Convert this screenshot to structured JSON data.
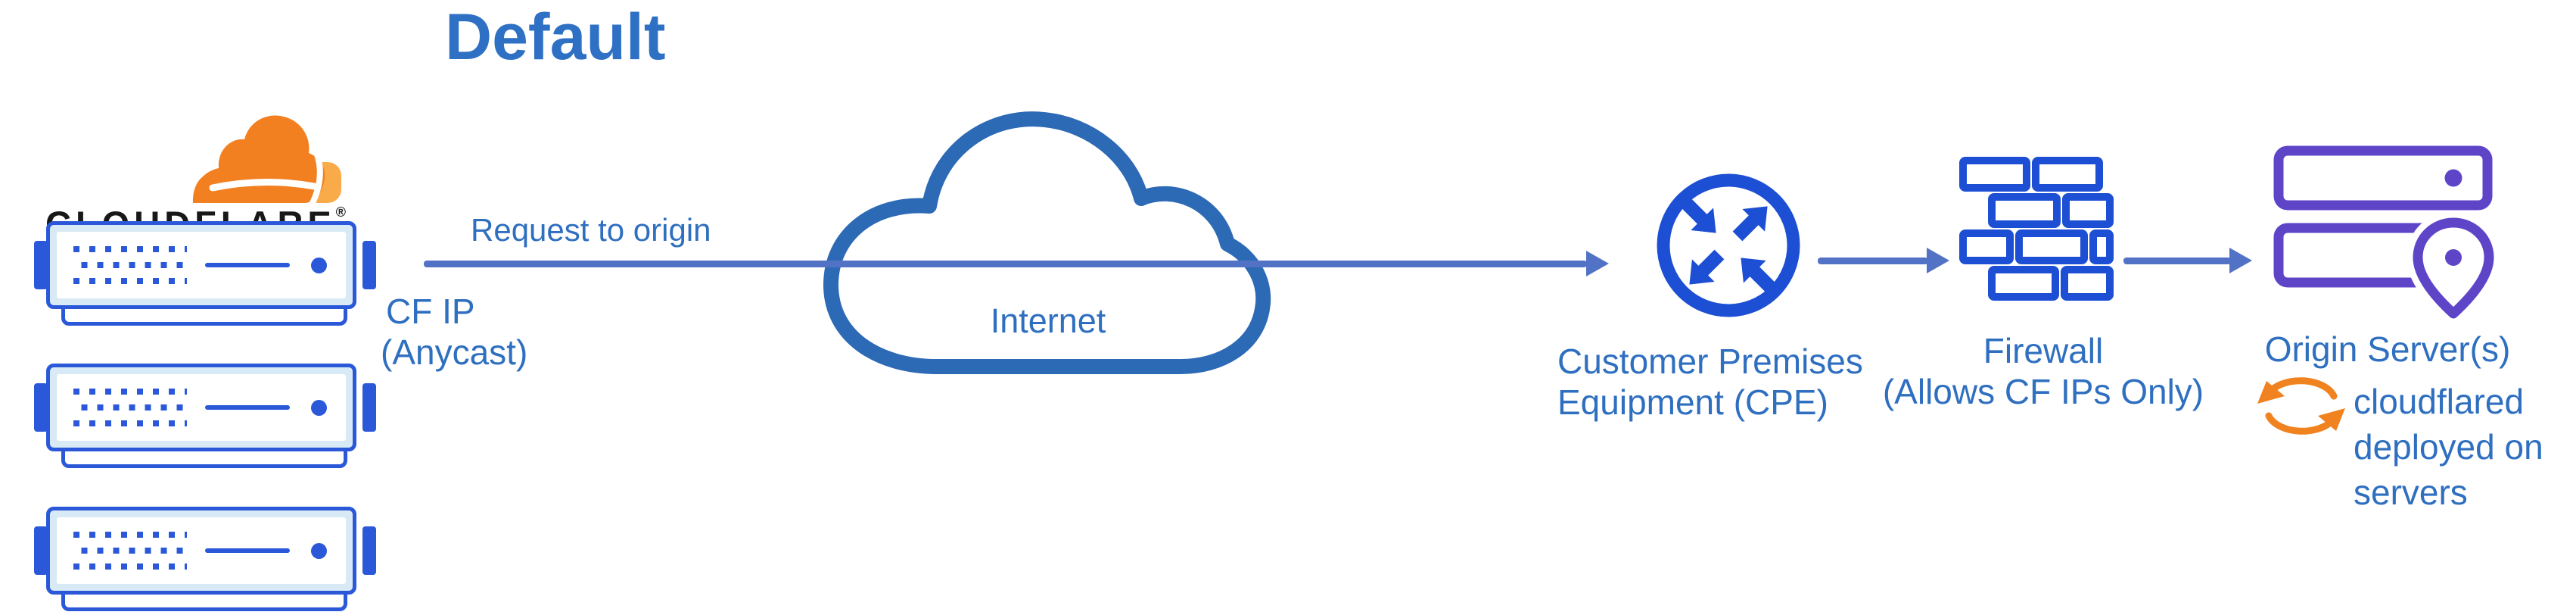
{
  "title": "Default",
  "logo": {
    "wordmark": "CLOUDFLARE",
    "registered_mark": "®"
  },
  "edge": {
    "request_label": "Request to origin",
    "cf_ip_line1": "CF IP",
    "cf_ip_line2": "(Anycast)"
  },
  "internet": {
    "label": "Internet"
  },
  "cpe": {
    "label_line1": "Customer Premises",
    "label_line2": "Equipment (CPE)"
  },
  "firewall": {
    "label_line1": "Firewall",
    "label_line2": "(Allows CF IPs Only)"
  },
  "origin": {
    "label": "Origin Server(s)",
    "note_line1": "cloudflared",
    "note_line2": "deployed on",
    "note_line3": "servers"
  },
  "colors": {
    "label_blue": "#2f6fc0",
    "title_blue": "#2d70c4",
    "arrow_blue": "#5273c5",
    "cloud_outline_blue": "#2d6ab5",
    "icon_blue": "#1d4fd4",
    "server_blue": "#2a58d8",
    "server_panel_light": "#d8eaf5",
    "origin_purple": "#5e45c8",
    "cloudflared_orange": "#f0821f",
    "logo_orange": "#f38020",
    "logo_orange_light": "#f9ab49",
    "wordmark_black": "#181818"
  }
}
